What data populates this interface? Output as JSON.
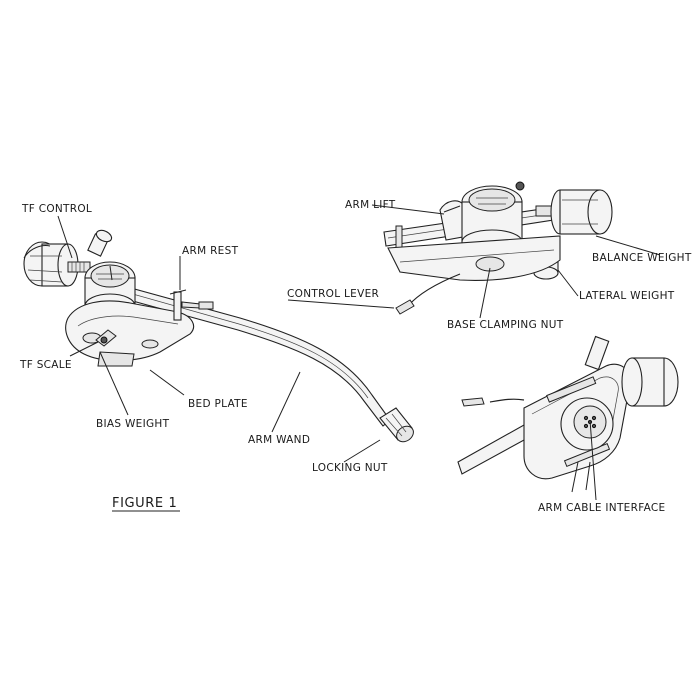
{
  "figure": {
    "title": "FIGURE 1"
  },
  "labels": {
    "tf_control": "TF CONTROL",
    "arm_rest": "ARM REST",
    "tf_scale": "TF SCALE",
    "bed_plate": "BED PLATE",
    "bias_weight": "BIAS WEIGHT",
    "arm_wand": "ARM WAND",
    "locking_nut": "LOCKING NUT",
    "arm_lift": "ARM LIFT",
    "balance_weight": "BALANCE WEIGHT",
    "control_lever": "CONTROL LEVER",
    "lateral_weight": "LATERAL WEIGHT",
    "base_clamping_nut": "BASE CLAMPING NUT",
    "arm_cable_interface": "ARM CABLE INTERFACE"
  },
  "colors": {
    "ink": "#222222",
    "background": "#ffffff",
    "part_fill": "#f4f4f4"
  }
}
